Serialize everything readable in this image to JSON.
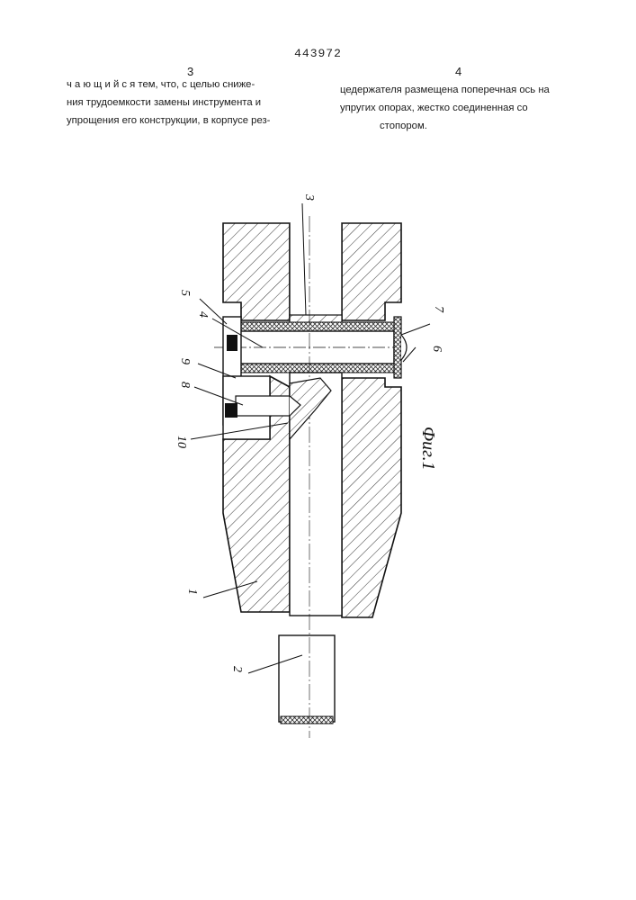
{
  "header": {
    "patent_number": "443972",
    "left_column_number": "3",
    "right_column_number": "4"
  },
  "text": {
    "left_lines": [
      "ч а ю щ и й с я тем, что, с целью сниже-",
      "ния трудоемкости замены инструмента и",
      "упрощения его конструкции, в корпусе рез-"
    ],
    "right_lines": [
      "цедержателя размещена поперечная ось на",
      "упругих опорах, жестко соединенная со",
      "стопором."
    ]
  },
  "figure": {
    "caption": "Фиг.1",
    "labels": [
      "1",
      "2",
      "3",
      "4",
      "5",
      "6",
      "7",
      "8",
      "9",
      "10"
    ]
  }
}
